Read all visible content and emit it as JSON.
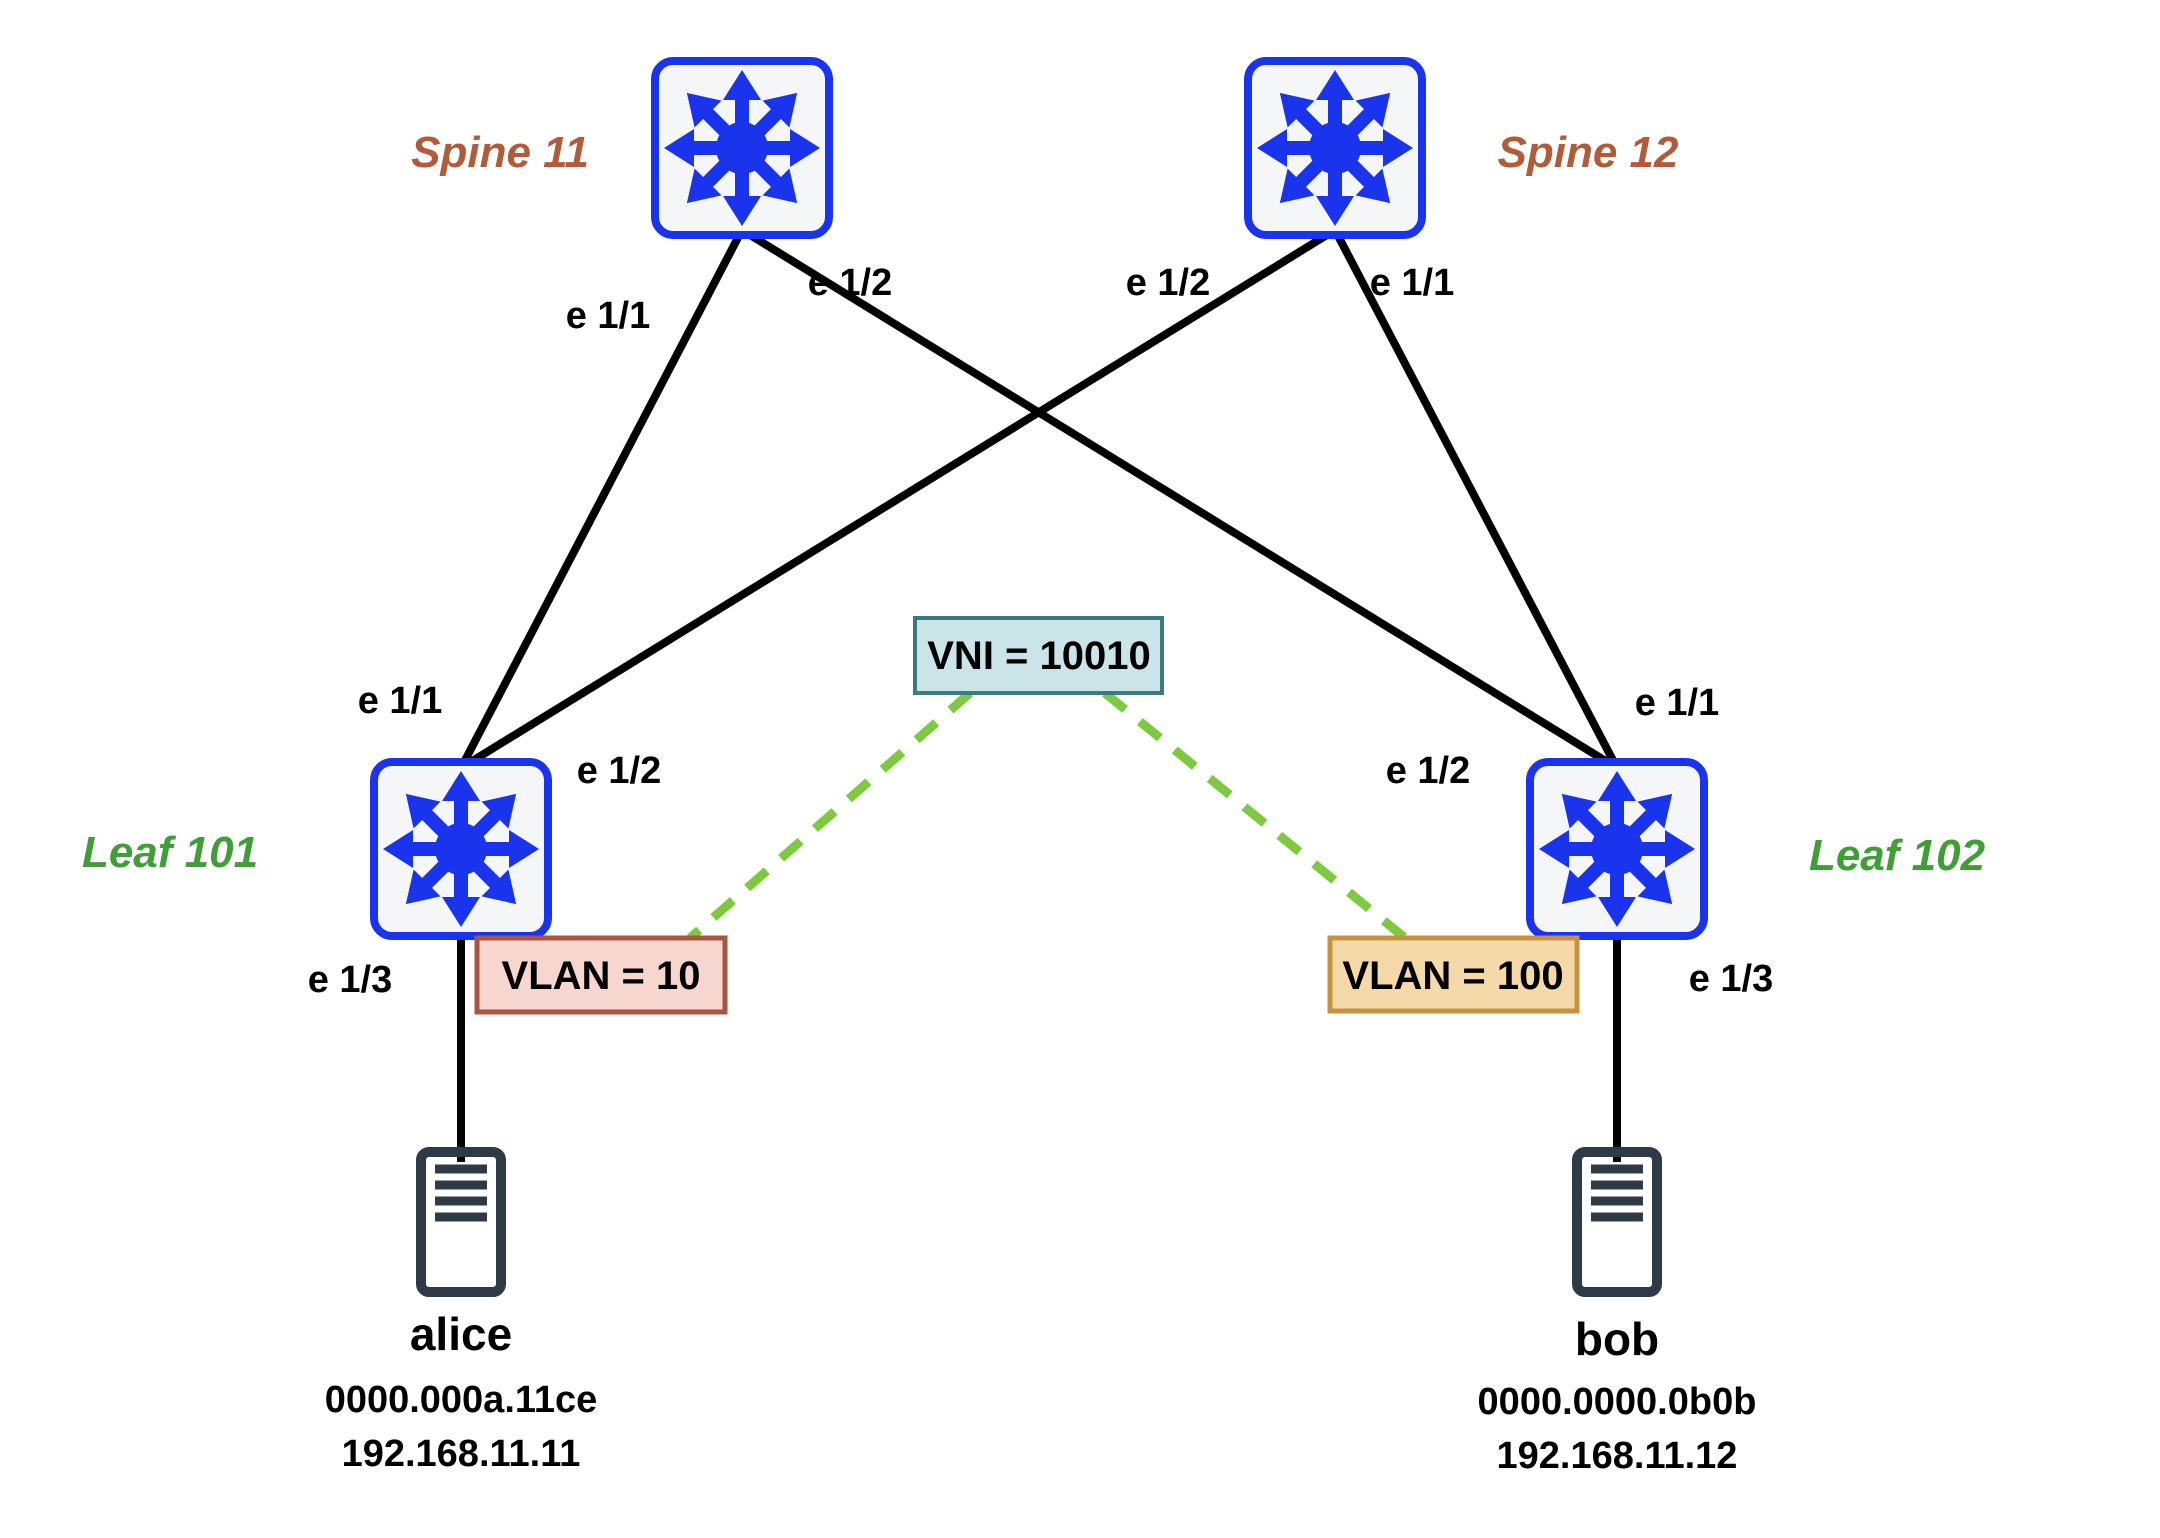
{
  "nodes": {
    "spine11": {
      "label": "Spine 11"
    },
    "spine12": {
      "label": "Spine 12"
    },
    "leaf101": {
      "label": "Leaf 101"
    },
    "leaf102": {
      "label": "Leaf 102"
    }
  },
  "hosts": {
    "alice": {
      "name": "alice",
      "mac": "0000.000a.11ce",
      "ip": "192.168.11.11"
    },
    "bob": {
      "name": "bob",
      "mac": "0000.0000.0b0b",
      "ip": "192.168.11.12"
    }
  },
  "port_labels": {
    "spine11_to_leaf101": "e 1/1",
    "spine11_to_leaf102": "e 1/2",
    "spine12_to_leaf101": "e 1/2",
    "spine12_to_leaf102": "e 1/1",
    "leaf101_to_spine11": "e 1/1",
    "leaf101_to_spine12": "e 1/2",
    "leaf101_to_alice": "e 1/3",
    "leaf102_to_spine11": "e 1/2",
    "leaf102_to_spine12": "e 1/1",
    "leaf102_to_bob": "e 1/3"
  },
  "overlays": {
    "vni_label": "VNI = 10010",
    "vlan_leaf101_label": "VLAN = 10",
    "vlan_leaf102_label": "VLAN = 100"
  },
  "colors": {
    "switch_blue": "#1a34ee",
    "switch_fill": "#f5f6f7",
    "spine_label_color": "#b25b3b",
    "leaf_label_color": "#3f9e36",
    "link_color": "#000000",
    "dash_green": "#7dc940",
    "vni_fill": "#cbe4e7",
    "vni_stroke": "#3a7a80",
    "vlan10_fill": "#f8d6d0",
    "vlan10_stroke": "#a8543e",
    "vlan100_fill": "#f5d9a9",
    "vlan100_stroke": "#c8913f",
    "host_color": "#2e3a46",
    "text_color": "#000000"
  }
}
